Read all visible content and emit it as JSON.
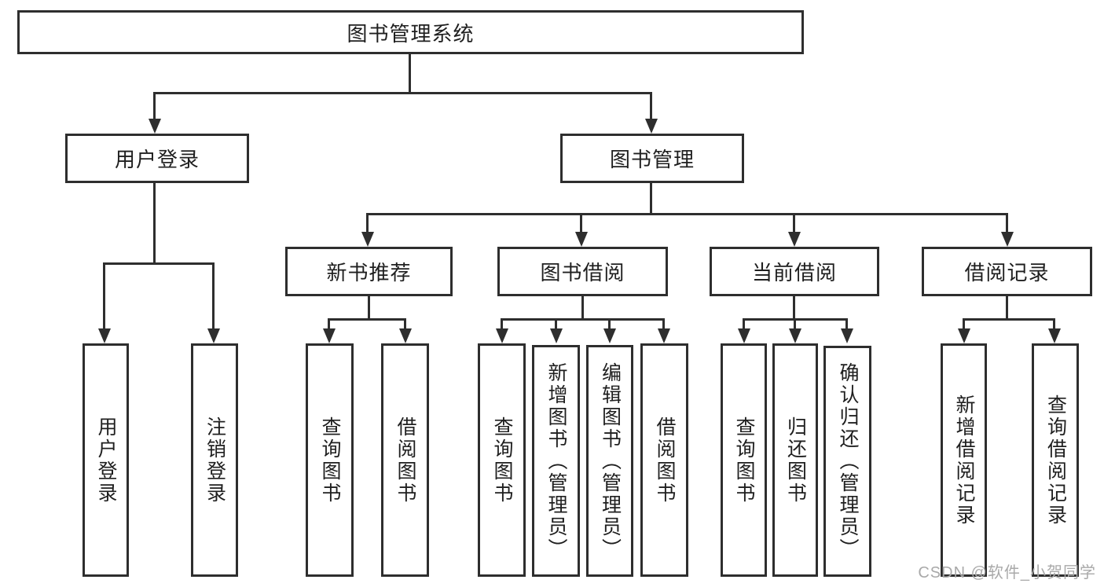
{
  "colors": {
    "line": "#2e2e2e",
    "text": "#1f1f1f",
    "watermark": "#a9a9a9",
    "bg": "#ffffff"
  },
  "tree": {
    "root": {
      "label": "图书管理系统"
    },
    "branches": [
      {
        "label": "用户登录",
        "children": [
          {
            "label": "用户登录"
          },
          {
            "label": "注销登录"
          }
        ]
      },
      {
        "label": "图书管理",
        "children": [
          {
            "label": "新书推荐",
            "children": [
              {
                "label": "查询图书"
              },
              {
                "label": "借阅图书"
              }
            ]
          },
          {
            "label": "图书借阅",
            "children": [
              {
                "label": "查询图书"
              },
              {
                "label": "新增图书（管理员）"
              },
              {
                "label": "编辑图书（管理员）"
              },
              {
                "label": "借阅图书"
              }
            ]
          },
          {
            "label": "当前借阅",
            "children": [
              {
                "label": "查询图书"
              },
              {
                "label": "归还图书"
              },
              {
                "label": "确认归还（管理员）"
              }
            ]
          },
          {
            "label": "借阅记录",
            "children": [
              {
                "label": "新增借阅记录"
              },
              {
                "label": "查询借阅记录"
              }
            ]
          }
        ]
      }
    ]
  },
  "watermark": {
    "text": "CSDN @软件_小贺同学"
  }
}
